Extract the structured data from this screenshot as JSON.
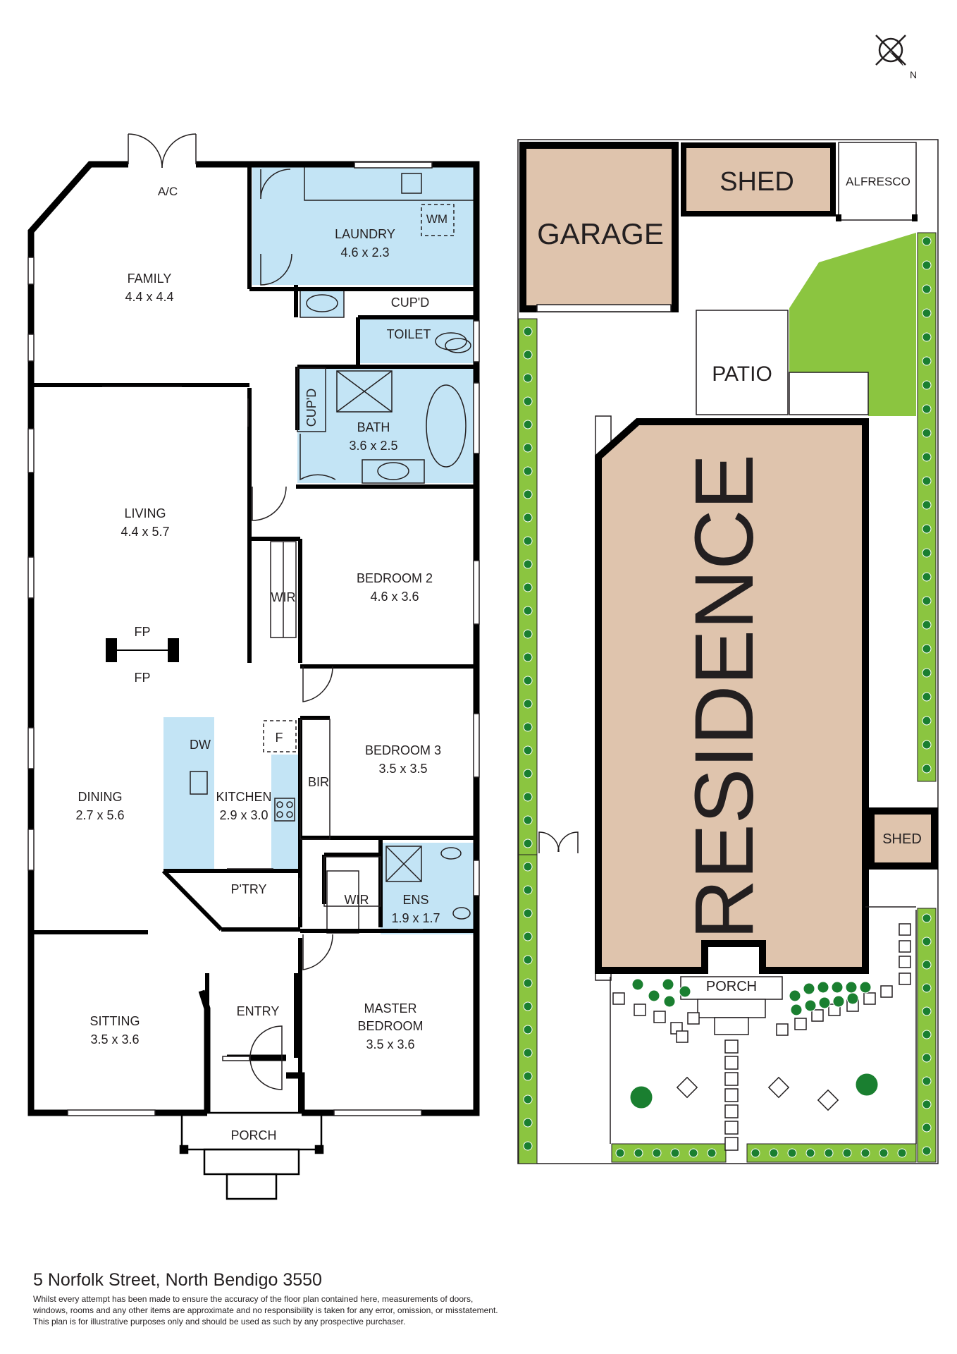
{
  "compass": {
    "label": "N"
  },
  "floor_plan": {
    "ac": "A/C",
    "laundry": {
      "name": "LAUNDRY",
      "size": "4.6 x 2.3"
    },
    "wm": "WM",
    "family": {
      "name": "FAMILY",
      "size": "4.4 x 4.4"
    },
    "cupd_laundry": "CUP'D",
    "toilet": "TOILET",
    "cupd_bath": "CUP'D",
    "bath": {
      "name": "BATH",
      "size": "3.6 x 2.5"
    },
    "living": {
      "name": "LIVING",
      "size": "4.4 x 5.7"
    },
    "wir_bed2": "WIR",
    "bedroom2": {
      "name": "BEDROOM 2",
      "size": "4.6 x 3.6"
    },
    "fp_top": "FP",
    "fp_bottom": "FP",
    "dw": "DW",
    "fridge": "F",
    "bir": "BIR",
    "bedroom3": {
      "name": "BEDROOM 3",
      "size": "3.5 x 3.5"
    },
    "dining": {
      "name": "DINING",
      "size": "2.7 x 5.6"
    },
    "kitchen": {
      "name": "KITCHEN",
      "size": "2.9 x 3.0"
    },
    "pantry": "P'TRY",
    "wir_master": "WIR",
    "ens": {
      "name": "ENS",
      "size": "1.9 x 1.7"
    },
    "entry": "ENTRY",
    "sitting": {
      "name": "SITTING",
      "size": "3.5 x 3.6"
    },
    "master": {
      "name1": "MASTER",
      "name2": "BEDROOM",
      "size": "3.5 x 3.6"
    },
    "porch": "PORCH"
  },
  "site_plan": {
    "garage": "GARAGE",
    "shed": "SHED",
    "alfresco": "ALFRESCO",
    "patio": "PATIO",
    "residence": "RESIDENCE",
    "shed_small": "SHED",
    "porch": "PORCH"
  },
  "footer": {
    "address": "5 Norfolk Street, North Bendigo 3550",
    "disclaimer_lines": [
      "Whilst every attempt has been made to ensure the accuracy of the floor plan contained here, measurements of doors,",
      "windows, rooms and any other items are approximate and no responsibility is taken for any error, omission, or misstatement.",
      "This plan is for illustrative purposes only and should be used as such by any prospective purchaser."
    ]
  },
  "colors": {
    "wet_area": "#c3e4f5",
    "building": "#dfc4ad",
    "lawn": "#8bc540",
    "hedge": "#8bc540",
    "hedge_dot": "#1a7f30",
    "wall": "#000000"
  }
}
